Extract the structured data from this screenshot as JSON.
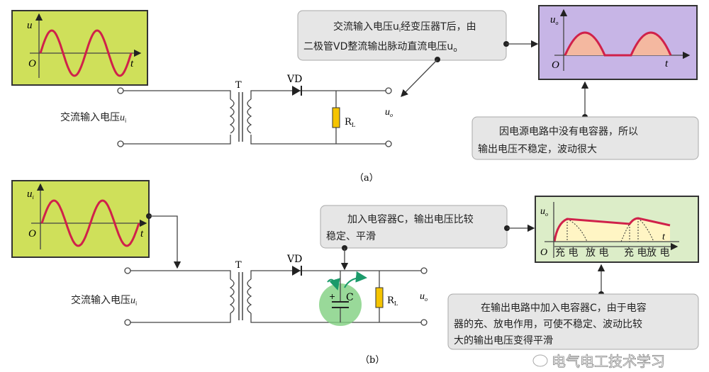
{
  "colors": {
    "input_graph_bg": "#cfe05a",
    "output_a_bg": "#c7b5e6",
    "output_b_bg": "#dcedc8",
    "wave": "#d0214a",
    "hump_fill": "#f4b8a0",
    "fill_b": "#fff5c4",
    "callout": "#e6e6e6",
    "resistor": "#f5c400",
    "capacitor_glow": "#7fcf7f"
  },
  "labels": {
    "ui": "u",
    "ui_sub": "i",
    "uo": "u",
    "uo_sub": "o",
    "origin": "O",
    "t": "t",
    "T": "T",
    "VD": "VD",
    "RL": "R",
    "RL_sub": "L",
    "C": "C",
    "input_voltage": "交流输入电压",
    "cap_plus": "+"
  },
  "panel_a": {
    "caption": "（a）",
    "callout_top": [
      "交流输入电压u",
      "经变压器T后，由",
      "二极管VD整流输出脉动直流电压u"
    ],
    "callout_bottom": [
      "因电源电路中没有电容器，所以",
      "输出电压不稳定，波动很大"
    ]
  },
  "panel_b": {
    "caption": "（b）",
    "callout_top": [
      "加入电容器C，输出电压比较",
      "稳定、平滑"
    ],
    "callout_bottom": [
      "在输出电路中加入电容器C，由于电容",
      "器的充、放电作用，可使不稳定、波动比较",
      "大的输出电压变得平滑"
    ],
    "phase_labels": [
      "充 电",
      "放 电",
      "充 电",
      "放 电"
    ]
  },
  "watermark": "电气电工技术学习"
}
